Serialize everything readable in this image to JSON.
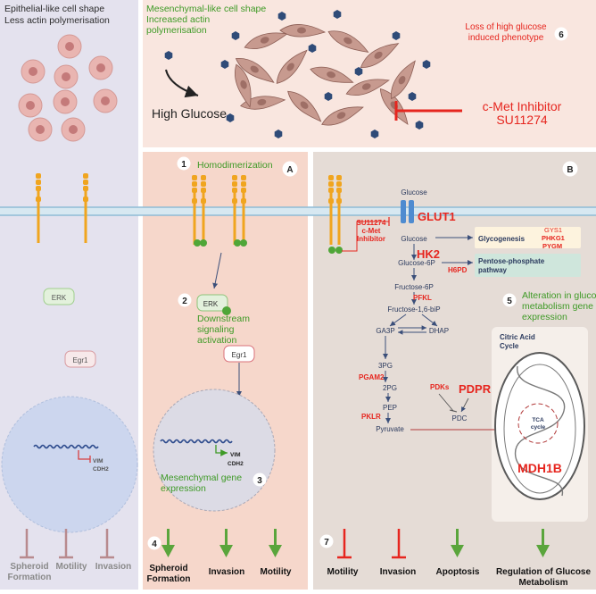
{
  "colors": {
    "left_panel": "#e4e2ee",
    "top_panel": "#f9e6df",
    "panel_a": "#f6d7cb",
    "panel_b": "#e5dcd6",
    "mito_box": "#f5efea",
    "green_text": "#3e9a26",
    "red_text": "#e6261f",
    "arrow_green": "#5aa53c",
    "inhibit_mauve": "#b88a8e",
    "cell_pink": "#e9b5b1",
    "nucleus": "#c47a7a",
    "receptor": "#f0a51f",
    "membrane": "#a9cde2",
    "glut": "#4e8bd0",
    "hexagon": "#2f4b78"
  },
  "left": {
    "title_line1": "Epithelial-like cell shape",
    "title_line2": "Less actin polymerisation",
    "erk": "ERK",
    "egr1": "Egr1",
    "vim": "VIM",
    "cdh2": "CDH2",
    "outcomes": [
      "Spheroid",
      "Motility",
      "Invasion"
    ],
    "outcome_sub": "Formation"
  },
  "top": {
    "caption_line1": "Mesenchymal-like cell shape",
    "caption_line2": "Increased actin",
    "caption_line3": "polymerisation",
    "high_glucose": "High Glucose",
    "loss_line1": "Loss of  high glucose",
    "loss_line2": "induced phenotype",
    "step6": "6",
    "inhibitor_line1": "c-Met Inhibitor",
    "inhibitor_line2": "SU11274"
  },
  "panel_a": {
    "label": "A",
    "step1": "1",
    "homodimerization": "Homodimerization",
    "step2": "2",
    "erk": "ERK",
    "downstream_line1": "Downstream",
    "downstream_line2": "signaling",
    "downstream_line3": "activation",
    "egr1": "Egr1",
    "vim": "VIM",
    "cdh2": "CDH2",
    "mesenchymal_line1": "Mesenchymal gene",
    "mesenchymal_line2": "expression",
    "step3": "3",
    "step4": "4",
    "outcomes": [
      "Spheroid",
      "Invasion",
      "Motility"
    ],
    "outcome_sub": "Formation"
  },
  "panel_b": {
    "label": "B",
    "glucose_out": "Glucose",
    "glut1": "GLUT1",
    "inhibitor_line1": "SU11274",
    "inhibitor_line2": "c-Met",
    "inhibitor_line3": "Inhibitor",
    "glucose_in": "Glucose",
    "hk2": "HK2",
    "glucose6p": "Glucose-6P",
    "h6pd": "H6PD",
    "glycogenesis": "Glycogenesis",
    "gys1": "GYS1",
    "phkg1": "PHKG1",
    "pygm": "PYGM",
    "ppp_line1": "Pentose-phosphate",
    "ppp_line2": "pathway",
    "fructose6p": "Fructose-6P",
    "pfkl": "PFKL",
    "fructose16": "Fructose-1,6-biP",
    "ga3p": "GA3P",
    "dhap": "DHAP",
    "pg3": "3PG",
    "pgam2": "PGAM2",
    "pg2": "2PG",
    "pep": "PEP",
    "pklr": "PKLR",
    "pyruvate": "Pyruvate",
    "pdks": "PDKs",
    "pdpr": "PDPR",
    "pdc": "PDC",
    "step5": "5",
    "alteration_line1": "Alteration in glucose",
    "alteration_line2": "metabolism  gene",
    "alteration_line3": "expression",
    "cac_line1": "Citric Acid",
    "cac_line2": "Cycle",
    "tca_line1": "TCA",
    "tca_line2": "cycle",
    "mdh1b": "MDH1B",
    "step7": "7",
    "outcomes": [
      "Motility",
      "Invasion",
      "Apoptosis"
    ],
    "regulation_line1": "Regulation of Glucose",
    "regulation_line2": "Metabolism"
  }
}
